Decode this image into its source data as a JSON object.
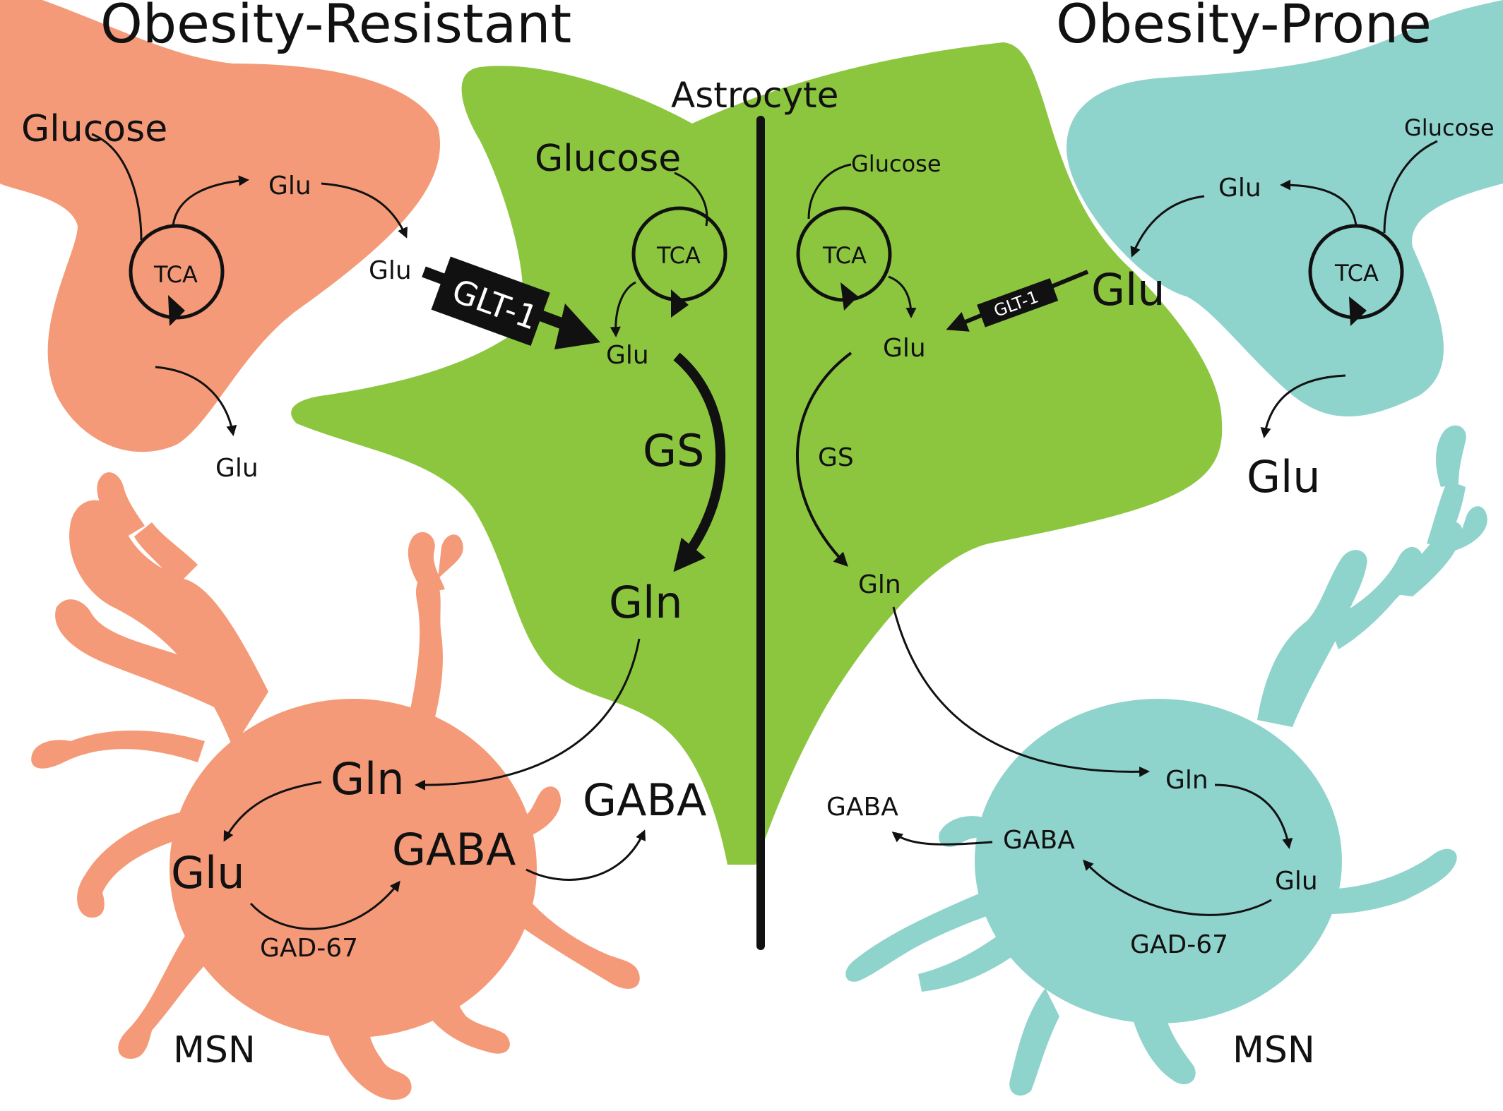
{
  "colors": {
    "resistant": "#f59a78",
    "prone": "#8fd3cd",
    "astrocyte": "#8cc63f",
    "ink": "#111111"
  },
  "titles": {
    "left": "Obesity-Resistant",
    "right": "Obesity-Prone",
    "center": "Astrocyte"
  },
  "left_presynaptic": {
    "glucose": "Glucose",
    "tca": "TCA",
    "glu_top": "Glu",
    "glu_out": "Glu",
    "glu_release": "Glu"
  },
  "left_astrocyte": {
    "glt1": "GLT-1",
    "glucose": "Glucose",
    "tca": "TCA",
    "glu": "Glu",
    "gs": "GS",
    "gln": "Gln"
  },
  "right_astrocyte": {
    "glucose": "Glucose",
    "tca": "TCA",
    "glt1": "GLT-1",
    "glu": "Glu",
    "gs": "GS",
    "gln": "Gln"
  },
  "right_presynaptic": {
    "glucose": "Glucose",
    "tca": "TCA",
    "glu_top": "Glu",
    "glu_out": "Glu",
    "glu_release": "Glu"
  },
  "left_msn": {
    "gln": "Gln",
    "glu": "Glu",
    "gaba": "GABA",
    "gad67": "GAD-67",
    "gaba_out": "GABA",
    "label": "MSN"
  },
  "right_msn": {
    "gln": "Gln",
    "glu": "Glu",
    "gaba": "GABA",
    "gad67": "GAD-67",
    "gaba_out": "GABA",
    "label": "MSN"
  }
}
